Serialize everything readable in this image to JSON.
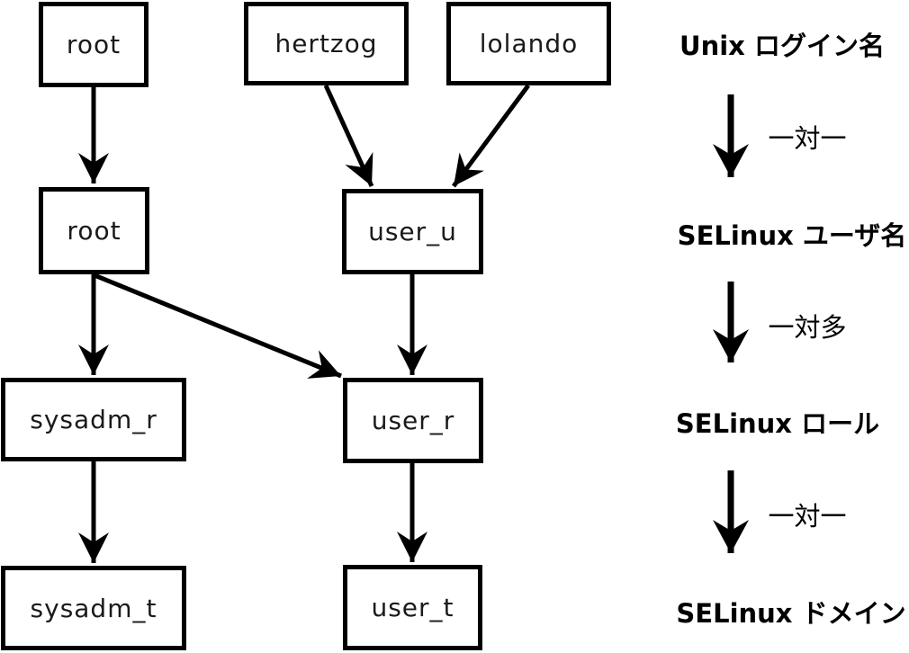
{
  "diagram": {
    "title_implicit": "SELinux identity mapping",
    "colors": {
      "line": "#000000",
      "box_border": "#000000",
      "box_fill": "#ffffff",
      "text": "#1a1a1a"
    },
    "nodes": {
      "unix_root": "root",
      "unix_hertzog": "hertzog",
      "unix_lolando": "lolando",
      "selinux_user_root": "root",
      "selinux_user_user_u": "user_u",
      "role_sysadm_r": "sysadm_r",
      "role_user_r": "user_r",
      "domain_sysadm_t": "sysadm_t",
      "domain_user_t": "user_t"
    },
    "legend": {
      "levels": [
        "Unix ログイン名",
        "SELinux ユーザ名",
        "SELinux ロール",
        "SELinux ドメイン"
      ],
      "relations": [
        "一対一",
        "一対多",
        "一対一"
      ]
    }
  }
}
